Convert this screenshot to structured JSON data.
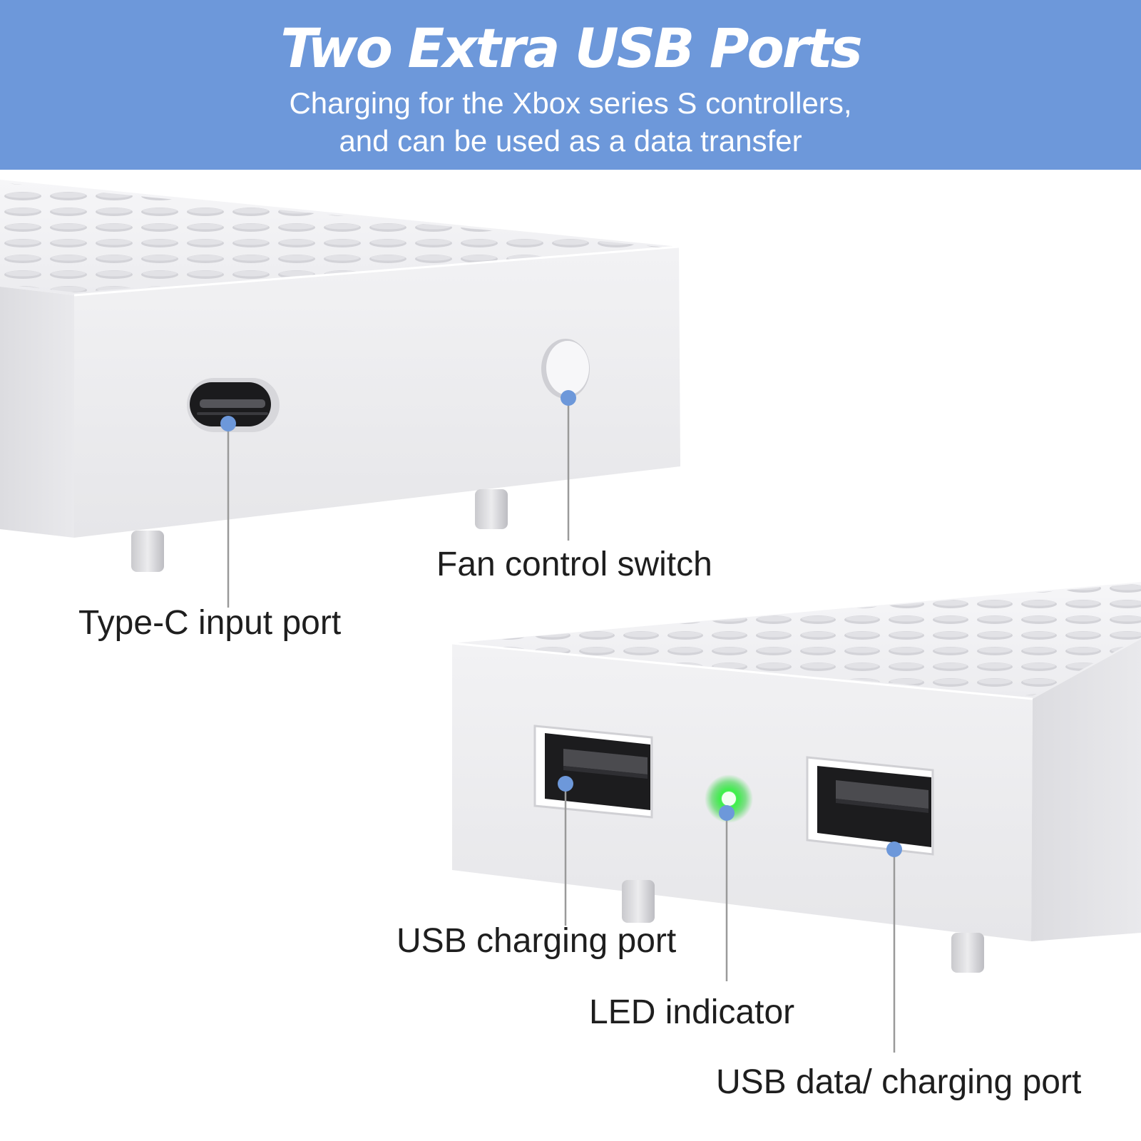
{
  "header": {
    "headline": "Two Extra USB Ports",
    "subline_1": "Charging for the Xbox series S controllers,",
    "subline_2": "and can be used as a data transfer"
  },
  "callouts": {
    "type_c": "Type-C input port",
    "fan_switch": "Fan control switch",
    "usb_charging": "USB charging port",
    "led": "LED indicator",
    "usb_data": "USB data/ charging port"
  },
  "colors": {
    "header_band": "#6d98da",
    "marker_dot": "#6d98da",
    "leader_line": "#9a9a9a",
    "device_body": "#efeff1",
    "led_glow": "#2ee13a"
  }
}
